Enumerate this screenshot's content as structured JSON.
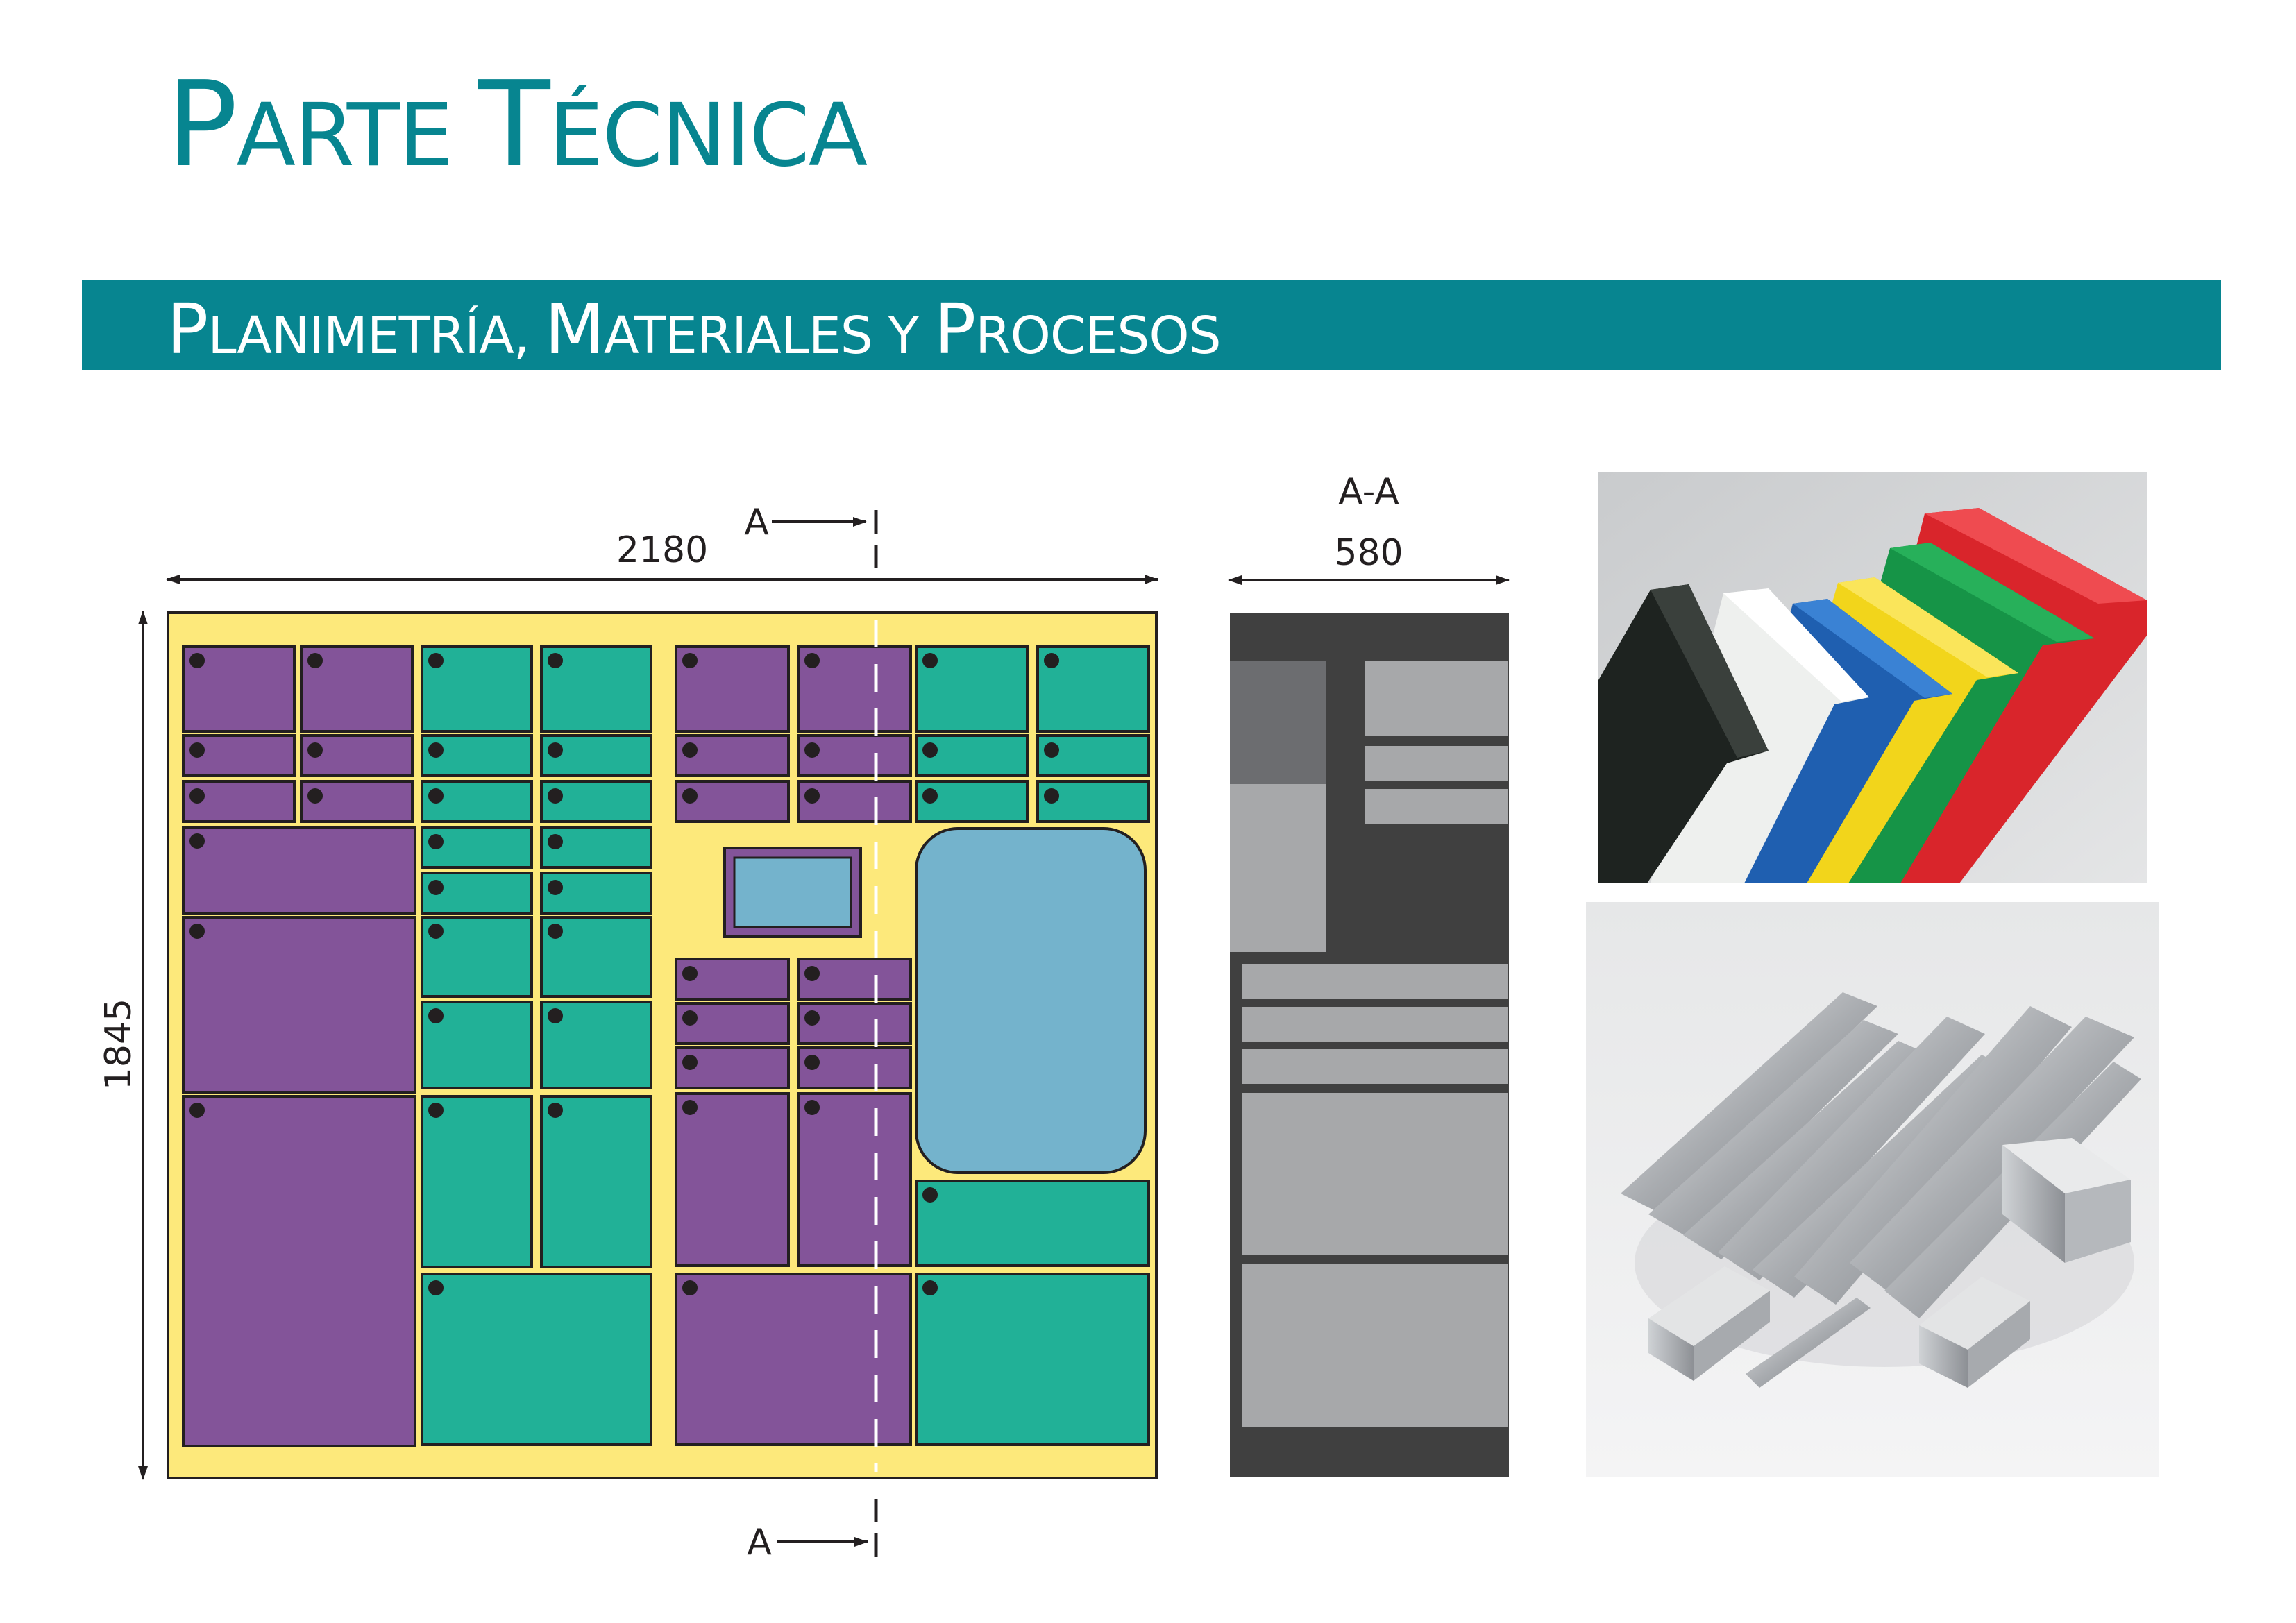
{
  "header": {
    "title_parts": [
      "P",
      "ARTE ",
      "T",
      "ÉCNICA"
    ],
    "subtitle_parts": [
      "P",
      "LANIMETRÍA, ",
      "M",
      "ATERIALES Y ",
      "P",
      "ROCESOS"
    ]
  },
  "drawing": {
    "width_label": "2180",
    "height_label": "1845",
    "section_top_label": "A",
    "section_bottom_label": "A",
    "section_view_title": "A-A",
    "section_depth_label": "580"
  },
  "colors": {
    "brand": "#078590",
    "frame_fill": "#fde97b",
    "drawer_purple": "#835499",
    "drawer_green": "#21b197",
    "bin_blue": "#74b3cc",
    "section_dark": "#404040",
    "section_light": "#a7a8aa",
    "section_mid": "#6c6d70",
    "handle": "#231f20"
  },
  "images": {
    "plastic_sheets": "plastic-sheets-photo",
    "aluminum_profiles": "aluminum-profiles-photo"
  }
}
